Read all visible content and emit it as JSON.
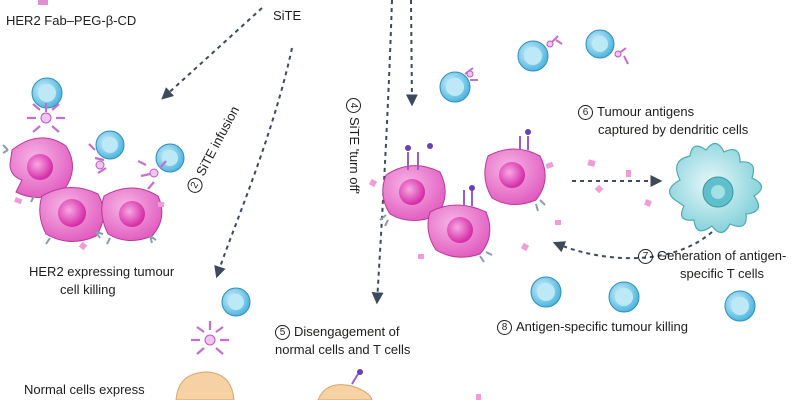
{
  "labels": {
    "fab_peg": "HER2 Fab–PEG-β-CD",
    "site": "SiTE",
    "step2_num": "2",
    "step2": "SiTE infusion",
    "step4_num": "4",
    "step4": "SiTE 'turn off'",
    "step5_num": "5",
    "step5_line1": "Disengagement of",
    "step5_line2": "normal cells and T cells",
    "step6_num": "6",
    "step6_line1": "Tumour antigens",
    "step6_line2": "captured by dendritic cells",
    "step7_num": "7",
    "step7_line1": "Generation of antigen-",
    "step7_line2": "specific T cells",
    "step8_num": "8",
    "step8": "Antigen-specific tumour killing",
    "killing_line1": "HER2 expressing tumour",
    "killing_line2": "cell killing",
    "normal_line1": "Normal cells express"
  },
  "colors": {
    "tumour_cell": "#e85fc4",
    "tumour_nucleus": "#d42ba6",
    "t_cell": "#5bc0e6",
    "dendritic_cell": "#7fd3da",
    "normal_cell": "#f6d1a3",
    "antigen_fragment": "#f49ad6",
    "arrow": "#3c4a5c"
  }
}
